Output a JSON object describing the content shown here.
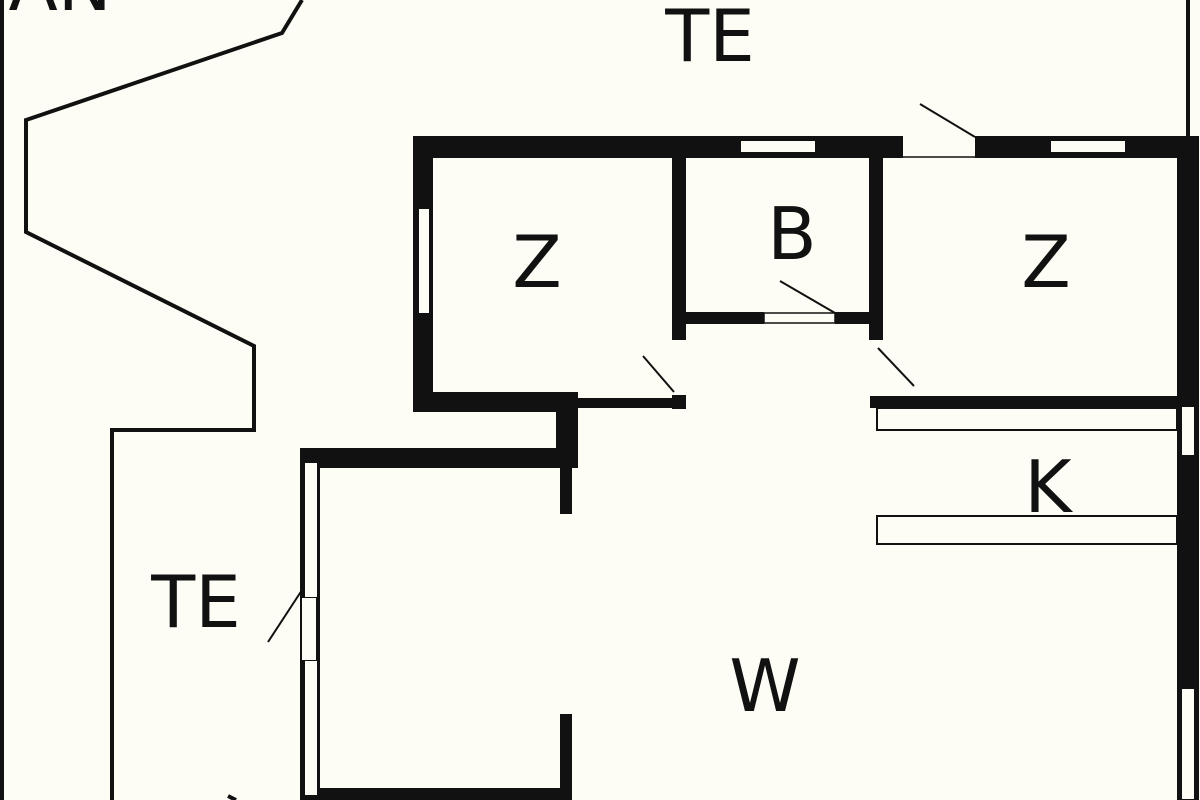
{
  "plan": {
    "colors": {
      "background": "#fdfdf6",
      "wall": "#111111",
      "floor": "#fdfdf6"
    },
    "labels": {
      "fragment_top_left": "AN",
      "terrace_top": "TE",
      "room_z_left": "Z",
      "room_b": "B",
      "room_z_right": "Z",
      "kitchen": "K",
      "terrace_left": "TE",
      "living": "W"
    }
  }
}
